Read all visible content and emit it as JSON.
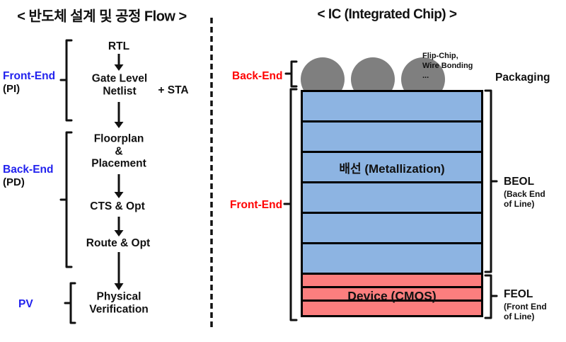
{
  "left_panel": {
    "title": "< 반도체 설계 및 공정 Flow >",
    "flow_nodes": {
      "rtl": "RTL",
      "gate_level_netlist": "Gate Level\nNetlist",
      "sta_note": "+ STA",
      "floorplan_placement": "Floorplan\n&\nPlacement",
      "cts_opt": "CTS & Opt",
      "route_opt": "Route & Opt",
      "physical_verification": "Physical\nVerification"
    },
    "stage_labels": {
      "front_end": "Front-End",
      "front_end_sub": "(PI)",
      "back_end": "Back-End",
      "back_end_sub": "(PD)",
      "pv": "PV"
    }
  },
  "right_panel": {
    "title": "< IC (Integrated Chip) >",
    "back_end_label": "Back-End",
    "front_end_label": "Front-End",
    "packaging_label": "Packaging",
    "bump_note": "Flip-Chip,\nWire Bonding\n...",
    "stack": {
      "metal_layer_count": 6,
      "metal_label_row_index": 2,
      "device_layer_count": 3,
      "metallization_label": "배선 (Metallization)",
      "device_label": "Device (CMOS)"
    },
    "beol_label": "BEOL",
    "beol_sub": "(Back End\nof Line)",
    "feol_label": "FEOL",
    "feol_sub": "(Front End\nof Line)"
  },
  "colors": {
    "metal_layer": "#8DB4E2",
    "device_layer": "#FC7E7E",
    "bump_gray": "#7F7F7F",
    "stage_label_blue": "#2222EE",
    "stage_label_red": "#FF0000",
    "line_black": "#111111"
  }
}
